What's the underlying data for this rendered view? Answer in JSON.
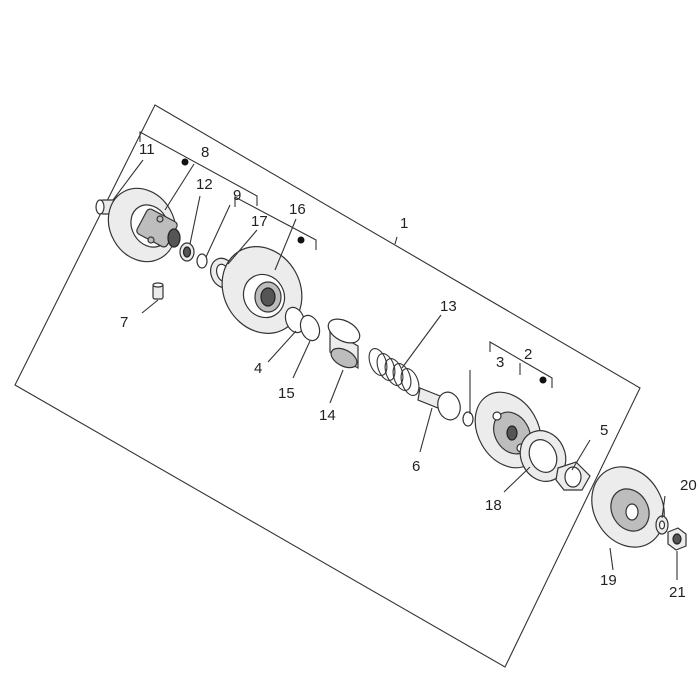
{
  "diagram": {
    "callouts": [
      "1",
      "2",
      "3",
      "4",
      "5",
      "6",
      "7",
      "8",
      "9",
      "11",
      "12",
      "13",
      "14",
      "15",
      "16",
      "17",
      "18",
      "19",
      "20",
      "21"
    ]
  }
}
